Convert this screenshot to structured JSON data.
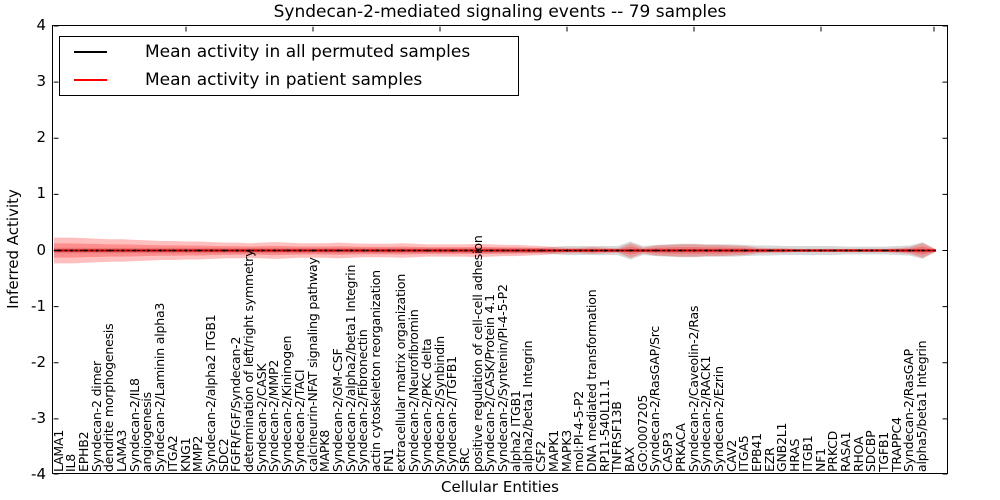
{
  "title": "Syndecan-2-mediated signaling events -- 79 samples",
  "axes": {
    "ylabel": "Inferred Activity",
    "xlabel": "Cellular Entities",
    "ytick_labels": [
      "4",
      "3",
      "2",
      "1",
      "0",
      "-1",
      "-2",
      "-3",
      "-4"
    ]
  },
  "legend": {
    "items": [
      {
        "label": "Mean activity in all permuted samples",
        "color": "#000000"
      },
      {
        "label": "Mean activity in patient samples",
        "color": "#ff0000"
      }
    ]
  },
  "colors": {
    "patient_line": "#e00000",
    "permuted_line": "#000000",
    "patient_band": "rgba(255,0,0,0.25)",
    "permuted_band": "rgba(110,110,110,0.28)"
  },
  "chart_data": {
    "type": "line",
    "title": "Syndecan-2-mediated signaling events -- 79 samples",
    "xlabel": "Cellular Entities",
    "ylabel": "Inferred Activity",
    "ylim": [
      -4,
      4
    ],
    "grid": false,
    "legend_position": "upper left",
    "categories": [
      "LAMA1",
      "IL8",
      "EPHB2",
      "Syndecan-2 dimer",
      "dendrite morphogenesis",
      "LAMA3",
      "Syndecan-2/IL8",
      "angiogenesis",
      "Syndecan-2/Laminin alpha3",
      "ITGA2",
      "KNG1",
      "MMP2",
      "Syndecan-2/alpha2 ITGB1",
      "SDC2",
      "FGFR/FGF/Syndecan-2",
      "determination of left/right symmetry",
      "Syndecan-2/CASK",
      "Syndecan-2/MMP2",
      "Syndecan-2/Kininogen",
      "Syndecan-2/TACI",
      "calcineurin-NFAT signaling pathway",
      "MAPK8",
      "Syndecan-2/GM-CSF",
      "Syndecan-2/alpha2/beta1 Integrin",
      "Syndecan-2/Fibronectin",
      "actin cytoskeleton reorganization",
      "FN1",
      "extracellular matrix organization",
      "Syndecan-2/Neurofibromin",
      "Syndecan-2/PKC delta",
      "Syndecan-2/Synbindin",
      "Syndecan-2/TGFB1",
      "SRC",
      "positive regulation of cell-cell adhesion",
      "Syndecan-2/CASK/Protein 4.1",
      "Syndecan-2/Syntenin/PI-4-5-P2",
      "alpha2 ITGB1",
      "alpha2/beta1 Integrin",
      "CSF2",
      "MAPK1",
      "MAPK3",
      "mol:PI-4-5-P2",
      "DNA mediated transformation",
      "RP11-540L11.1",
      "TNFRSF13B",
      "BAX",
      "GO:0007205",
      "Syndecan-2/RasGAP/Src",
      "CASP3",
      "PRKACA",
      "Syndecan-2/Caveolin-2/Ras",
      "Syndecan-2/RACK1",
      "Syndecan-2/Ezrin",
      "CAV2",
      "ITGA5",
      "EPB41",
      "EZR",
      "GNB2L1",
      "HRAS",
      "ITGB1",
      "NF1",
      "PRKCD",
      "RASA1",
      "RHOA",
      "SDCBP",
      "TGFB1",
      "TRAPPC4",
      "Syndecan-2/RasGAP",
      "alpha5/beta1 Integrin"
    ],
    "series": [
      {
        "name": "Mean activity in all permuted samples",
        "color": "#000000",
        "style": "dashed",
        "values_constant": 0.0
      },
      {
        "name": "Mean activity in patient samples",
        "color": "#ff0000",
        "style": "solid",
        "values_constant": 0.0
      }
    ],
    "bands": [
      {
        "name": "permuted sample range",
        "color": "rgba(110,110,110,0.28)",
        "center": 0.0,
        "half_widths": [
          0.05,
          0.05,
          0.05,
          0.05,
          0.05,
          0.05,
          0.05,
          0.05,
          0.05,
          0.05,
          0.05,
          0.05,
          0.05,
          0.05,
          0.05,
          0.05,
          0.05,
          0.05,
          0.05,
          0.05,
          0.05,
          0.05,
          0.05,
          0.05,
          0.05,
          0.05,
          0.05,
          0.05,
          0.05,
          0.05,
          0.05,
          0.05,
          0.05,
          0.05,
          0.05,
          0.05,
          0.05,
          0.05,
          0.05,
          0.07,
          0.08,
          0.08,
          0.08,
          0.08,
          0.08,
          0.16,
          0.08,
          0.1,
          0.11,
          0.12,
          0.12,
          0.11,
          0.11,
          0.11,
          0.1,
          0.09,
          0.09,
          0.08,
          0.08,
          0.08,
          0.08,
          0.08,
          0.07,
          0.07,
          0.07,
          0.07,
          0.08,
          0.09,
          0.15
        ]
      },
      {
        "name": "patient sample range",
        "color": "rgba(255,0,0,0.25)",
        "center": 0.0,
        "half_widths": [
          0.23,
          0.23,
          0.22,
          0.21,
          0.2,
          0.2,
          0.19,
          0.18,
          0.17,
          0.17,
          0.16,
          0.16,
          0.15,
          0.14,
          0.14,
          0.13,
          0.14,
          0.15,
          0.14,
          0.13,
          0.13,
          0.13,
          0.14,
          0.13,
          0.12,
          0.12,
          0.12,
          0.13,
          0.12,
          0.11,
          0.11,
          0.11,
          0.11,
          0.12,
          0.11,
          0.1,
          0.1,
          0.09,
          0.08,
          0.06,
          0.05,
          0.05,
          0.06,
          0.05,
          0.04,
          0.13,
          0.05,
          0.09,
          0.1,
          0.11,
          0.11,
          0.1,
          0.1,
          0.09,
          0.08,
          0.05,
          0.04,
          0.04,
          0.03,
          0.03,
          0.03,
          0.03,
          0.03,
          0.03,
          0.03,
          0.03,
          0.04,
          0.06,
          0.13
        ]
      }
    ]
  }
}
